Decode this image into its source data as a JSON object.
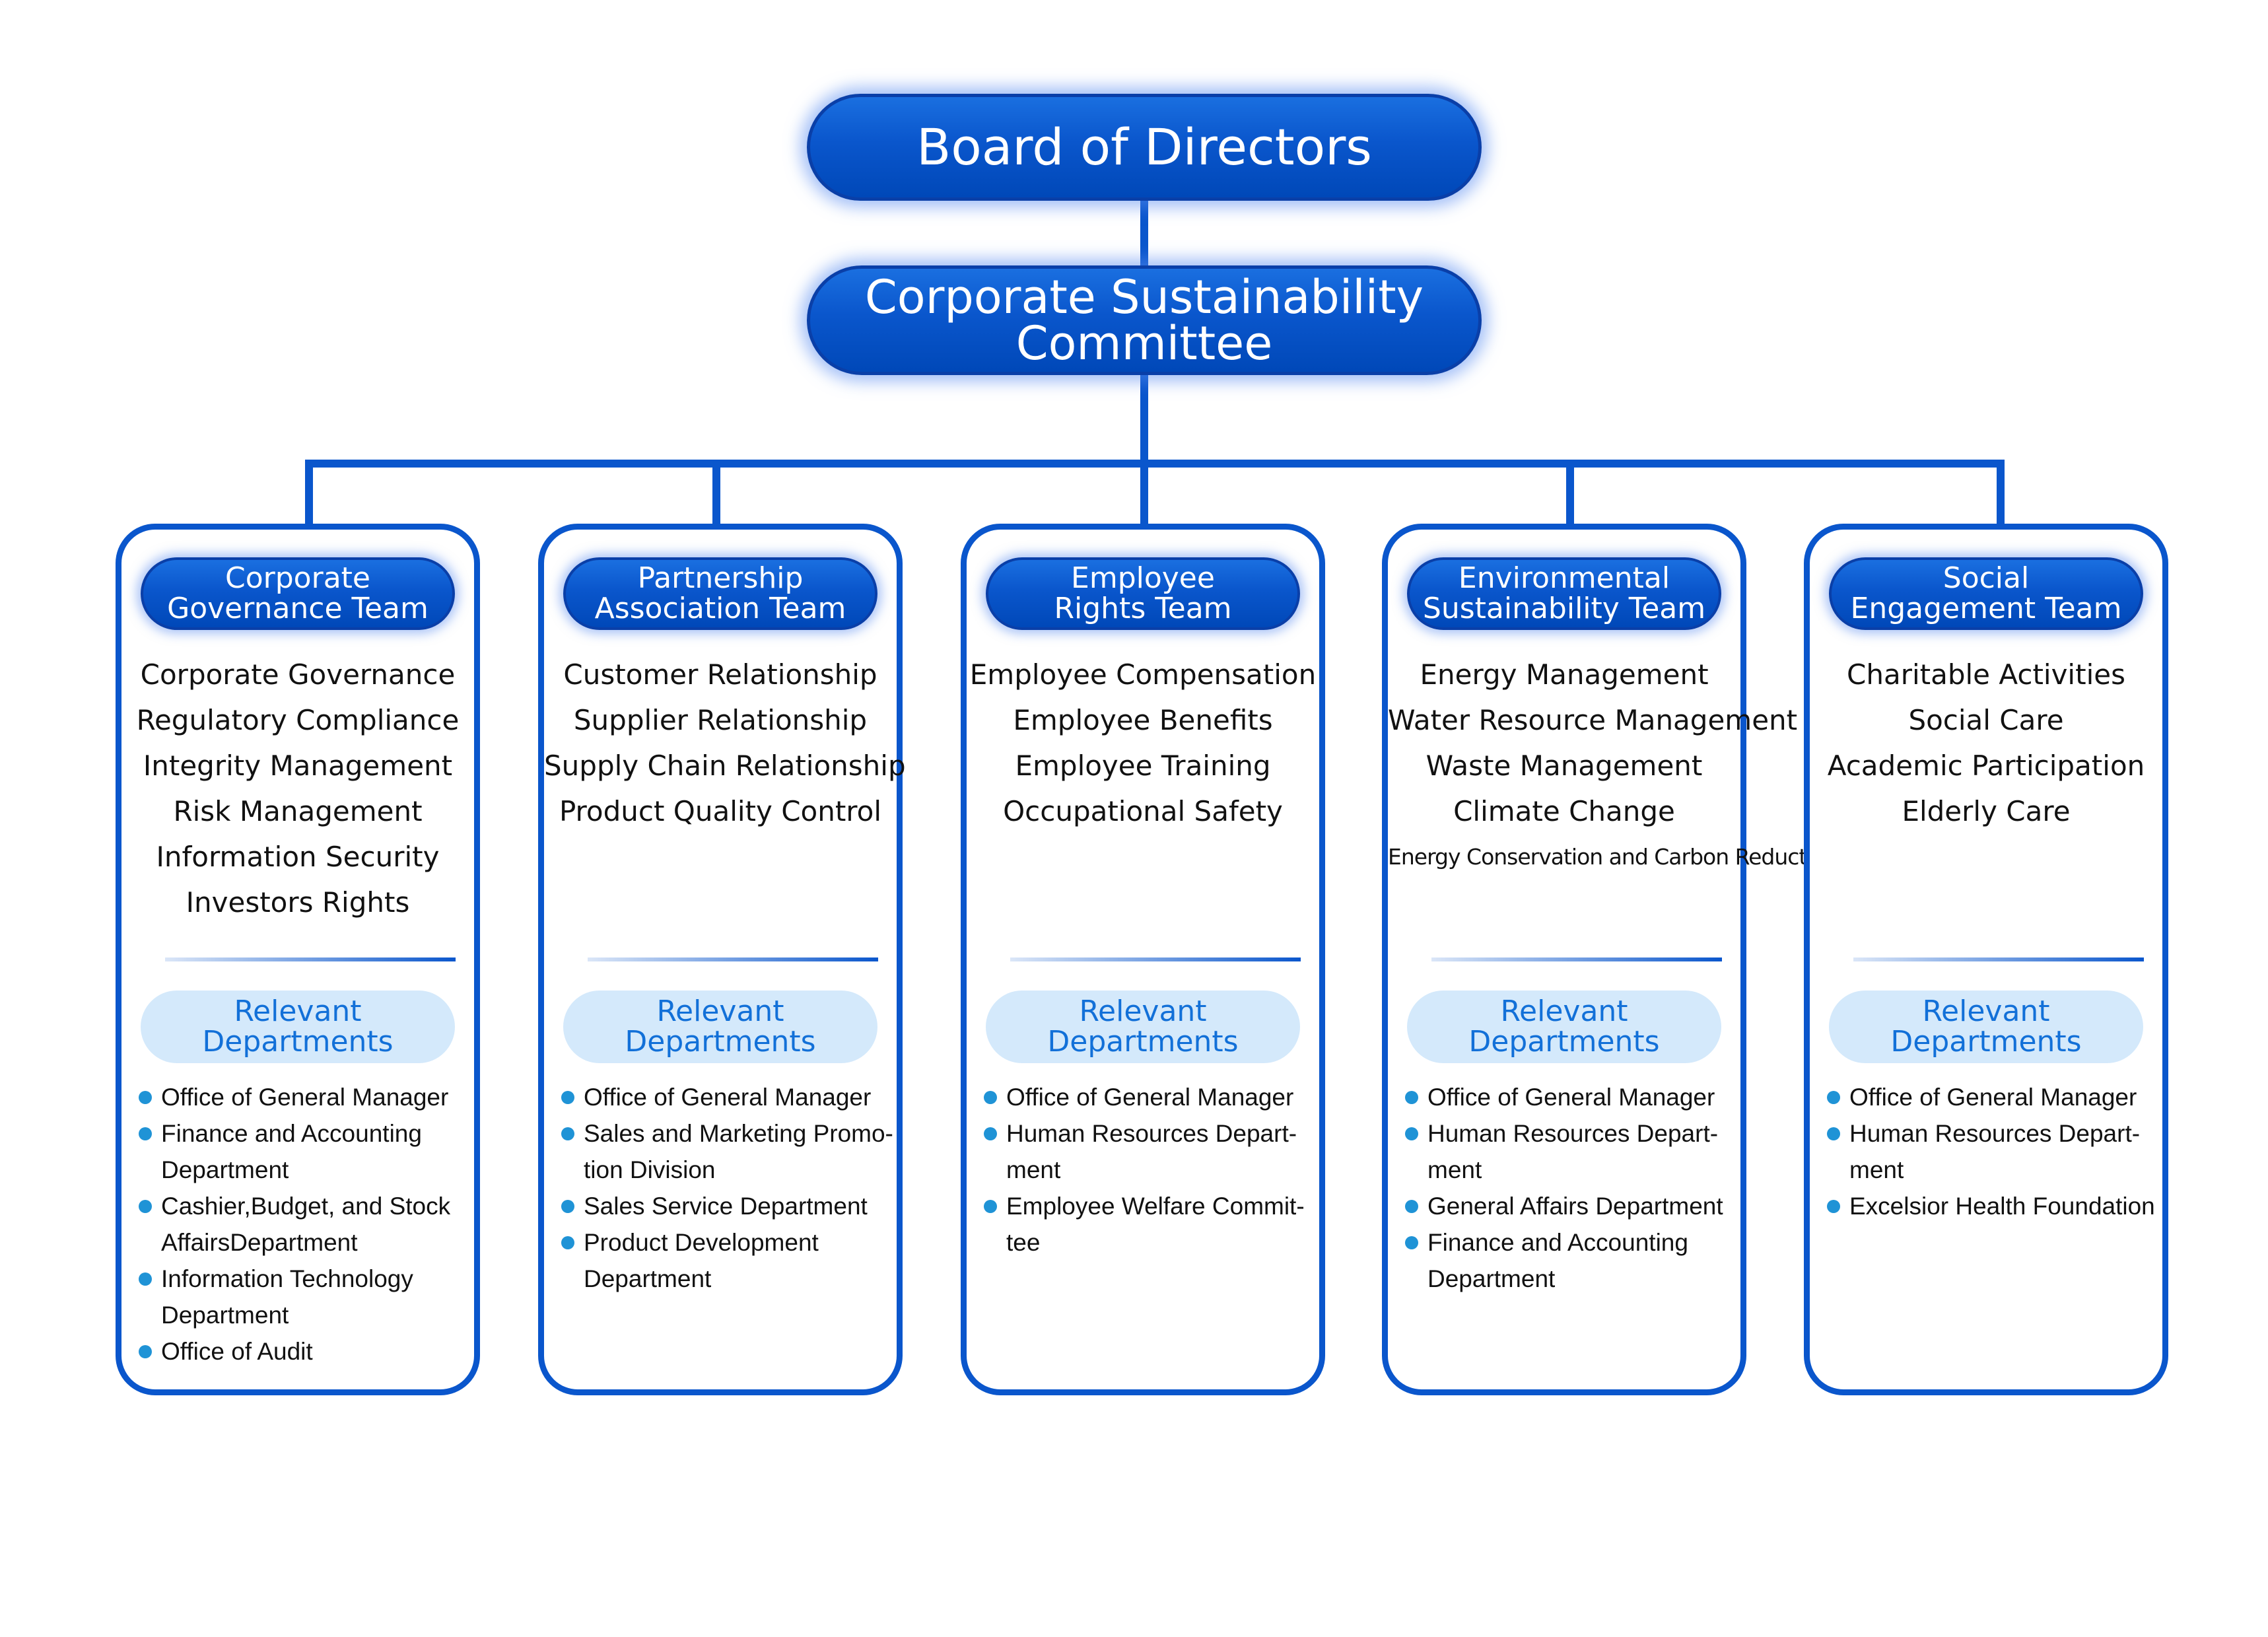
{
  "colors": {
    "primary_blue": "#0a56cc",
    "light_blue_fill": "#d4e9fb",
    "dept_title_text": "#1270d8",
    "bullet": "#1f93d6"
  },
  "board": {
    "label": "Board of Directors"
  },
  "committee": {
    "label_lines": [
      "Corporate Sustainability",
      "Committee"
    ]
  },
  "relevant_label_lines": [
    "Relevant",
    "Departments"
  ],
  "teams": [
    {
      "title_lines": [
        "Corporate",
        "Governance Team"
      ],
      "topics": [
        "Corporate Governance",
        "Regulatory Compliance",
        "Integrity Management",
        "Risk Management",
        "Information Security",
        "Investors Rights"
      ],
      "departments": [
        [
          "Office of General Manager"
        ],
        [
          "Finance and Accounting",
          "Department"
        ],
        [
          "Cashier,Budget, and Stock",
          "AffairsDepartment"
        ],
        [
          "Information Technology",
          "Department"
        ],
        [
          "Office of Audit"
        ]
      ]
    },
    {
      "title_lines": [
        "Partnership",
        "Association Team"
      ],
      "topics": [
        "Customer Relationship",
        "Supplier Relationship",
        "Supply Chain Relationship",
        "Product Quality Control"
      ],
      "departments": [
        [
          "Office of General Manager"
        ],
        [
          "Sales and Marketing Promo-",
          "tion Division"
        ],
        [
          "Sales Service Department"
        ],
        [
          "Product Development",
          "Department"
        ]
      ]
    },
    {
      "title_lines": [
        "Employee",
        "Rights Team"
      ],
      "topics": [
        "Employee Compensation",
        "Employee Benefits",
        "Employee Training",
        "Occupational Safety"
      ],
      "departments": [
        [
          "Office of General Manager"
        ],
        [
          "Human Resources Depart-",
          "ment"
        ],
        [
          "Employee Welfare Commit-",
          "tee"
        ]
      ]
    },
    {
      "title_lines": [
        "Environmental",
        "Sustainability Team"
      ],
      "topics": [
        "Energy Management",
        "Water Resource Management",
        "Waste Management",
        "Climate Change",
        "Energy Conservation and Carbon Reduction"
      ],
      "departments": [
        [
          "Office of General Manager"
        ],
        [
          "Human Resources Depart-",
          "ment"
        ],
        [
          "General Affairs Department"
        ],
        [
          "Finance and Accounting",
          "Department"
        ]
      ]
    },
    {
      "title_lines": [
        "Social",
        "Engagement Team"
      ],
      "topics": [
        "Charitable Activities",
        "Social Care",
        "Academic Participation",
        "Elderly Care"
      ],
      "departments": [
        [
          "Office of General Manager"
        ],
        [
          "Human Resources Depart-",
          "ment"
        ],
        [
          "Excelsior Health Foundation"
        ]
      ]
    }
  ]
}
